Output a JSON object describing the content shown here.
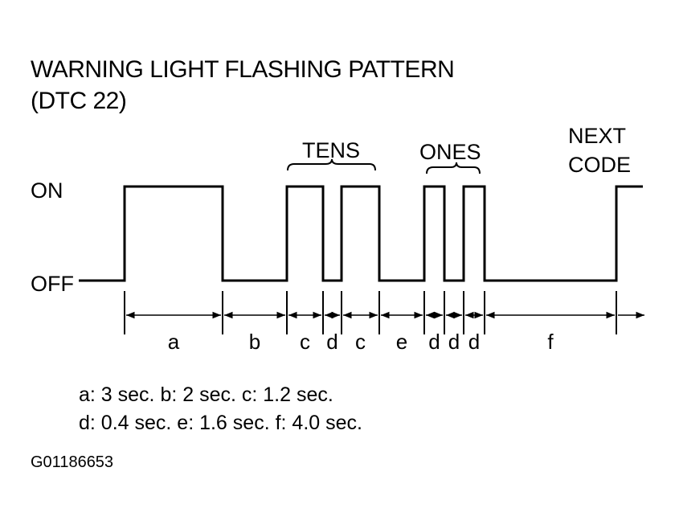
{
  "title_line1": "WARNING LIGHT FLASHING PATTERN",
  "title_line2": "(DTC 22)",
  "labels": {
    "on": "ON",
    "off": "OFF",
    "tens": "TENS",
    "ones": "ONES",
    "next_code_line1": "NEXT",
    "next_code_line2": "CODE"
  },
  "segments": [
    {
      "label": "a",
      "state": "ON"
    },
    {
      "label": "b",
      "state": "OFF"
    },
    {
      "label": "c",
      "state": "ON"
    },
    {
      "label": "d",
      "state": "OFF"
    },
    {
      "label": "c",
      "state": "ON"
    },
    {
      "label": "e",
      "state": "OFF"
    },
    {
      "label": "d",
      "state": "ON"
    },
    {
      "label": "d",
      "state": "OFF"
    },
    {
      "label": "d",
      "state": "ON"
    },
    {
      "label": "f",
      "state": "OFF"
    }
  ],
  "legend_line1": "a: 3 sec. b: 2 sec. c: 1.2 sec.",
  "legend_line2": "d: 0.4 sec. e: 1.6 sec. f: 4.0 sec.",
  "figure_code": "G01186653"
}
